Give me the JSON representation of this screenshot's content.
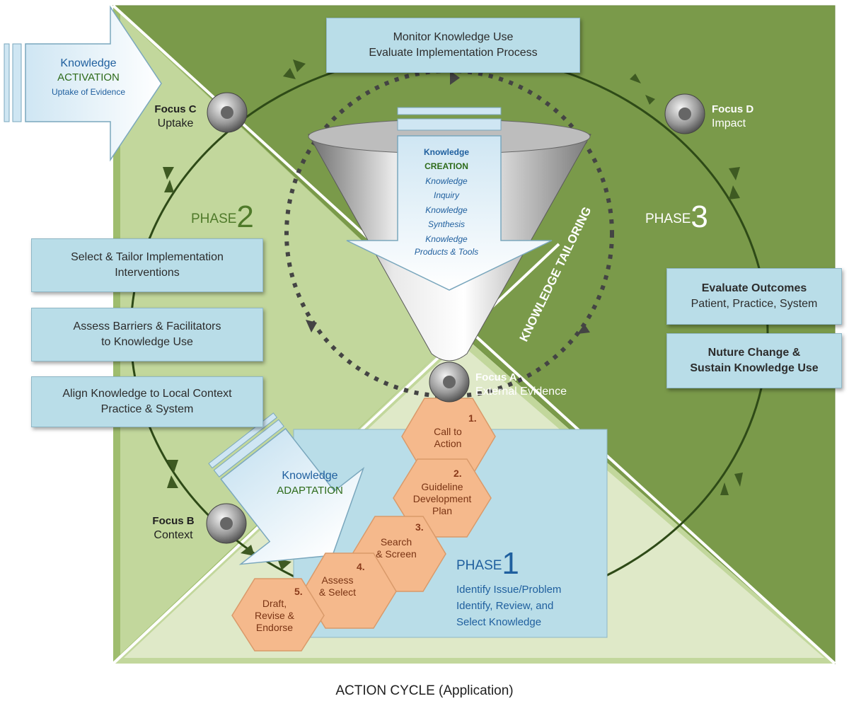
{
  "title": "ACTION CYCLE (Application)",
  "top_box": {
    "line1": "Monitor Knowledge Use",
    "line2": "Evaluate Implementation Process"
  },
  "left_boxes": [
    {
      "line1": "Select & Tailor Implementation",
      "line2": "Interventions"
    },
    {
      "line1": "Assess Barriers & Facilitators",
      "line2": "to Knowledge Use"
    },
    {
      "line1": "Align Knowledge to Local Context",
      "line2": "Practice & System"
    }
  ],
  "right_boxes": [
    {
      "line1": "Evaluate Outcomes",
      "line2": "Patient, Practice, System"
    },
    {
      "line1": "Nuture Change &",
      "line2": "Sustain Knowledge Use"
    }
  ],
  "focus": {
    "a": {
      "name": "Focus A",
      "desc": "External Evidence"
    },
    "b": {
      "name": "Focus B",
      "desc": "Context"
    },
    "c": {
      "name": "Focus C",
      "desc": "Uptake"
    },
    "d": {
      "name": "Focus D",
      "desc": "Impact"
    }
  },
  "phases": {
    "p1": {
      "label": "PHASE",
      "num": "1",
      "lines": [
        "Identify Issue/Problem",
        "Identify, Review, and",
        "Select Knowledge"
      ]
    },
    "p2": {
      "label": "PHASE",
      "num": "2"
    },
    "p3": {
      "label": "PHASE",
      "num": "3"
    }
  },
  "activation": {
    "line1": "Knowledge",
    "line2": "ACTIVATION",
    "line3": "Uptake of Evidence"
  },
  "adaptation": {
    "line1": "Knowledge",
    "line2": "ADAPTATION"
  },
  "creation": {
    "title1": "Knowledge",
    "title2": "CREATION",
    "items": [
      "Knowledge",
      "Inquiry",
      "Knowledge",
      "Synthesis",
      "Knowledge",
      "Products & Tools"
    ]
  },
  "tailoring": "KNOWLEDGE TAILORING",
  "steps": [
    {
      "num": "1.",
      "lines": [
        "Call to",
        "Action"
      ]
    },
    {
      "num": "2.",
      "lines": [
        "Guideline",
        "Development",
        "Plan"
      ]
    },
    {
      "num": "3.",
      "lines": [
        "Search",
        "& Screen"
      ]
    },
    {
      "num": "4.",
      "lines": [
        "Assess",
        "& Select"
      ]
    },
    {
      "num": "5.",
      "lines": [
        "Draft,",
        "Revise &",
        "Endorse"
      ]
    }
  ],
  "colors": {
    "dark_green": "#7a9a4a",
    "mid_green": "#9fbd6e",
    "light_green": "#c2d79c",
    "pale_green": "#dfe9c8",
    "box_blue": "#b9dde8",
    "hex_orange": "#f5b98c"
  }
}
